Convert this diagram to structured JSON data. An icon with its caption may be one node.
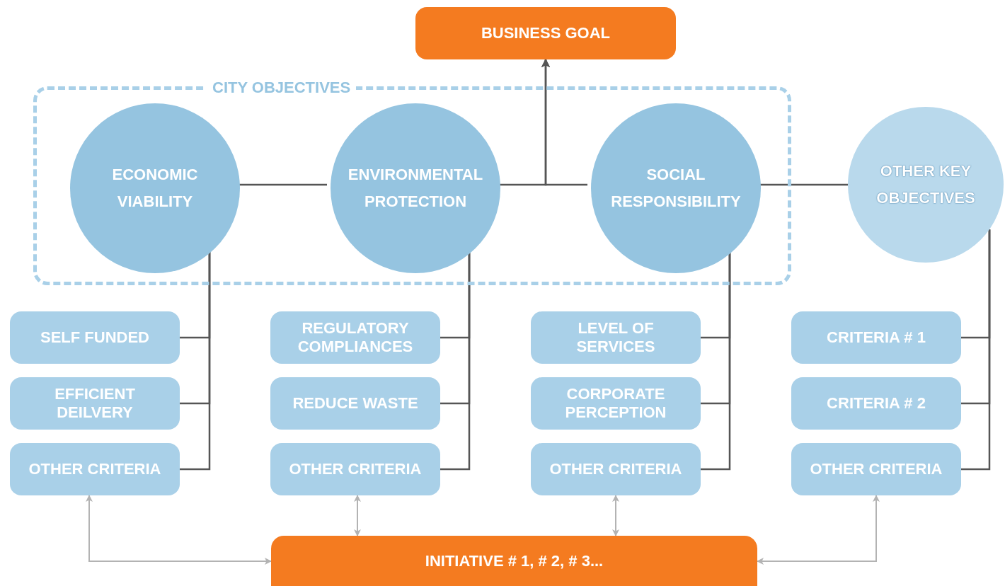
{
  "diagram": {
    "nodes": [
      {
        "text": [
          "BUSINESS GOAL"
        ]
      },
      {
        "text": [
          "CITY OBJECTIVES"
        ]
      },
      {
        "text": [
          "ECONOMIC VIABILITY"
        ],
        "in": 1
      },
      {
        "text": [
          "ENVIRONMENTAL PROTECTION"
        ],
        "in": 1
      },
      {
        "text": [
          "SOCIAL RESPONSIBILITY"
        ],
        "in": 1
      },
      {
        "text": [
          "OTHER KEY OBJECTIVES"
        ]
      },
      {
        "text": [
          "SELF FUNDED"
        ]
      },
      {
        "text": [
          "EFFICIENT DEILVERY"
        ]
      },
      {
        "text": [
          "OTHER CRITERIA"
        ]
      },
      {
        "text": [
          "REGULATORY COMPLIANCES"
        ]
      },
      {
        "text": [
          "REDUCE WASTE"
        ]
      },
      {
        "text": [
          "OTHER CRITERIA"
        ]
      },
      {
        "text": [
          "LEVEL OF SERVICES"
        ]
      },
      {
        "text": [
          "CORPORATE PERCEPTION"
        ]
      },
      {
        "text": [
          "OTHER CRITERIA"
        ]
      },
      {
        "text": [
          "CRITERIA # 1"
        ]
      },
      {
        "text": [
          "CRITERIA # 2"
        ]
      },
      {
        "text": [
          "OTHER CRITERIA"
        ]
      },
      {
        "text": [
          "INITIATIVE # 1, # 2, # 3..."
        ]
      }
    ],
    "edges": [
      {
        "from": 3,
        "to": 0,
        "arrow": "to"
      },
      {
        "from": 4,
        "to": 0,
        "arrow": "to"
      },
      {
        "from": 2,
        "to": 3,
        "arrow": "none"
      },
      {
        "from": 4,
        "to": 5,
        "arrow": "none"
      },
      {
        "from": 2,
        "to": 6,
        "arrow": "none"
      },
      {
        "from": 2,
        "to": 7,
        "arrow": "none"
      },
      {
        "from": 2,
        "to": 8,
        "arrow": "none"
      },
      {
        "from": 3,
        "to": 9,
        "arrow": "none"
      },
      {
        "from": 3,
        "to": 10,
        "arrow": "none"
      },
      {
        "from": 3,
        "to": 11,
        "arrow": "none"
      },
      {
        "from": 4,
        "to": 12,
        "arrow": "none"
      },
      {
        "from": 4,
        "to": 13,
        "arrow": "none"
      },
      {
        "from": 4,
        "to": 14,
        "arrow": "none"
      },
      {
        "from": 5,
        "to": 15,
        "arrow": "none"
      },
      {
        "from": 5,
        "to": 16,
        "arrow": "none"
      },
      {
        "from": 5,
        "to": 17,
        "arrow": "none"
      },
      {
        "from": 8,
        "to": 18,
        "arrow": "both",
        "color": "#b3b3b3"
      },
      {
        "from": 11,
        "to": 18,
        "arrow": "both",
        "color": "#b3b3b3"
      },
      {
        "from": 14,
        "to": 18,
        "arrow": "both",
        "color": "#b3b3b3"
      },
      {
        "from": 17,
        "to": 18,
        "arrow": "both",
        "color": "#b3b3b3"
      }
    ]
  }
}
